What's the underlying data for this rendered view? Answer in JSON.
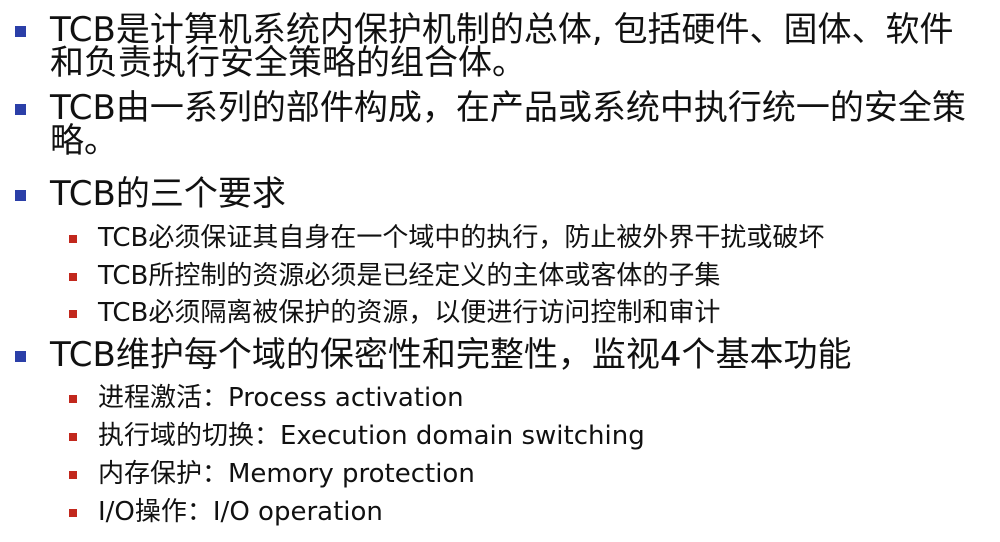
{
  "bullet_colors": {
    "level1": "#2b3fa8",
    "level2": "#c2281d"
  },
  "items": [
    {
      "level": 1,
      "text": "TCB是计算机系统内保护机制的总体, 包括硬件、固体、软件和负责执行安全策略的组合体。"
    },
    {
      "level": 1,
      "text": "TCB由一系列的部件构成，在产品或系统中执行统一的安全策略。"
    },
    {
      "level": 1,
      "text": "TCB的三个要求"
    },
    {
      "level": 2,
      "text": "TCB必须保证其自身在一个域中的执行，防止被外界干扰或破坏"
    },
    {
      "level": 2,
      "text": "TCB所控制的资源必须是已经定义的主体或客体的子集"
    },
    {
      "level": 2,
      "text": "TCB必须隔离被保护的资源，以便进行访问控制和审计"
    },
    {
      "level": 1,
      "text": "TCB维护每个域的保密性和完整性，监视4个基本功能"
    },
    {
      "level": 2,
      "text": "进程激活：Process activation"
    },
    {
      "level": 2,
      "text": "执行域的切换：Execution domain switching"
    },
    {
      "level": 2,
      "text": "内存保护：Memory protection"
    },
    {
      "level": 2,
      "text": "I/O操作：I/O operation"
    }
  ]
}
